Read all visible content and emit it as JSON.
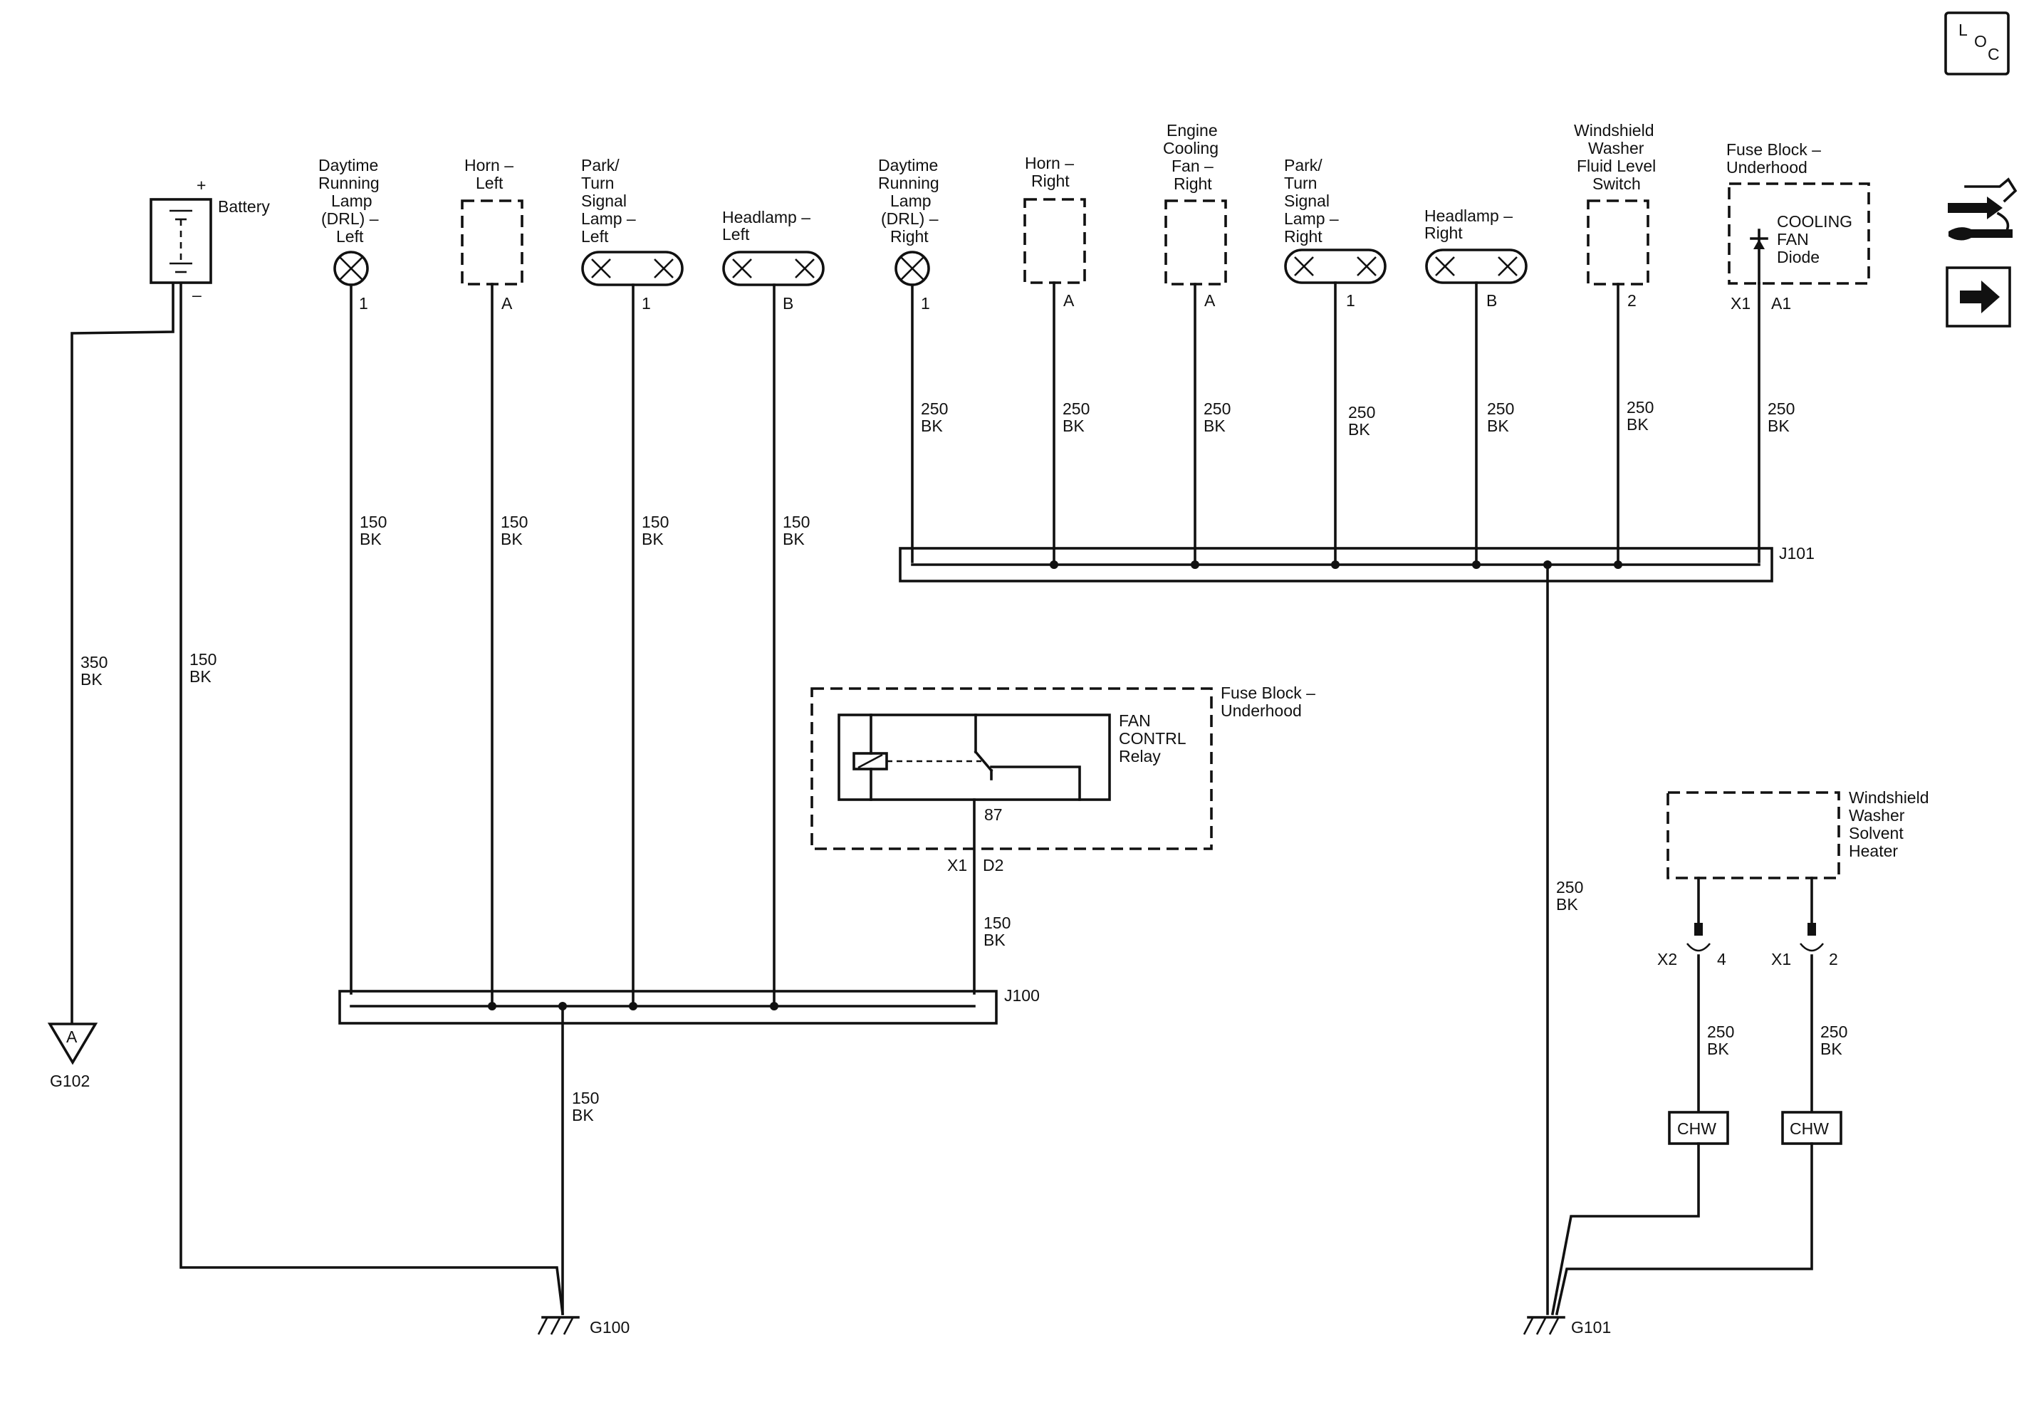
{
  "components": {
    "battery": {
      "label": "Battery",
      "plus": "+",
      "minus": "–"
    },
    "drl_left": {
      "lines": [
        "Daytime",
        "Running",
        "Lamp",
        "(DRL) –",
        "Left"
      ],
      "pin": "1"
    },
    "horn_left": {
      "lines": [
        "Horn –",
        "Left"
      ],
      "pin": "A"
    },
    "park_turn_left": {
      "lines": [
        "Park/",
        "Turn",
        "Signal",
        "Lamp –",
        "Left"
      ],
      "pin": "1"
    },
    "headlamp_left": {
      "lines": [
        "Headlamp –",
        "Left"
      ],
      "pin": "B"
    },
    "drl_right": {
      "lines": [
        "Daytime",
        "Running",
        "Lamp",
        "(DRL) –",
        "Right"
      ],
      "pin": "1"
    },
    "horn_right": {
      "lines": [
        "Horn –",
        "Right"
      ],
      "pin": "A"
    },
    "engine_fan_right": {
      "lines": [
        "Engine",
        "Cooling",
        "Fan –",
        "Right"
      ],
      "pin": "A"
    },
    "park_turn_right": {
      "lines": [
        "Park/",
        "Turn",
        "Signal",
        "Lamp –",
        "Right"
      ],
      "pin": "1"
    },
    "headlamp_right": {
      "lines": [
        "Headlamp –",
        "Right"
      ],
      "pin": "B"
    },
    "washer_switch": {
      "lines": [
        "Windshield",
        "Washer",
        "Fluid Level",
        "Switch"
      ],
      "pin": "2"
    },
    "fuse_block_top": {
      "lines": [
        "Fuse Block –",
        "Underhood"
      ],
      "inner": [
        "COOLING",
        "FAN",
        "Diode"
      ],
      "conn": "X1",
      "pin": "A1"
    },
    "fuse_block_relay": {
      "lines": [
        "Fuse Block –",
        "Underhood"
      ],
      "relay": [
        "FAN",
        "CONTRL",
        "Relay"
      ],
      "pin87": "87",
      "conn": "X1",
      "pin": "D2"
    },
    "washer_heater": {
      "lines": [
        "Windshield",
        "Washer",
        "Solvent",
        "Heater"
      ],
      "conn_a": "X2",
      "pin_a": "4",
      "conn_b": "X1",
      "pin_b": "2"
    }
  },
  "wires": {
    "w350": [
      "350",
      "BK"
    ],
    "w150": [
      "150",
      "BK"
    ],
    "w250": [
      "250",
      "BK"
    ]
  },
  "splices": {
    "j100": "J100",
    "j101": "J101",
    "chw": "CHW"
  },
  "grounds": {
    "g100": "G100",
    "g101": "G101",
    "g102": "G102",
    "g102_letter": "A"
  },
  "nav": {
    "loc_l": "L",
    "loc_o": "O",
    "loc_c": "C"
  }
}
